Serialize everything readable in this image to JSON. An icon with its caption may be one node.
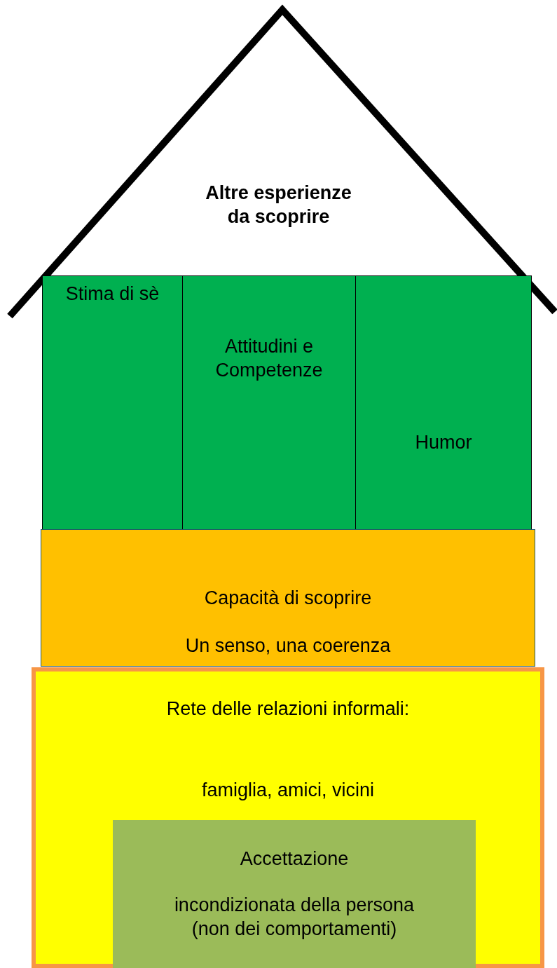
{
  "diagram": {
    "nodes": [
      {
        "text": [
          "Altre esperienze da scoprire"
        ]
      },
      {
        "text": [
          "Stima di sè"
        ]
      },
      {
        "text": [
          "Attitudini e Competenze"
        ]
      },
      {
        "text": [
          "Humor"
        ]
      },
      {
        "text": [
          "Capacità di scoprire",
          "Un senso, una coerenza"
        ]
      },
      {
        "text": [
          "Rete delle relazioni informali:",
          "famiglia, amici, vicini"
        ]
      },
      {
        "text": [
          "Accettazione",
          "incondizionata della persona (non dei comportamenti)"
        ],
        "in": 5
      }
    ]
  }
}
